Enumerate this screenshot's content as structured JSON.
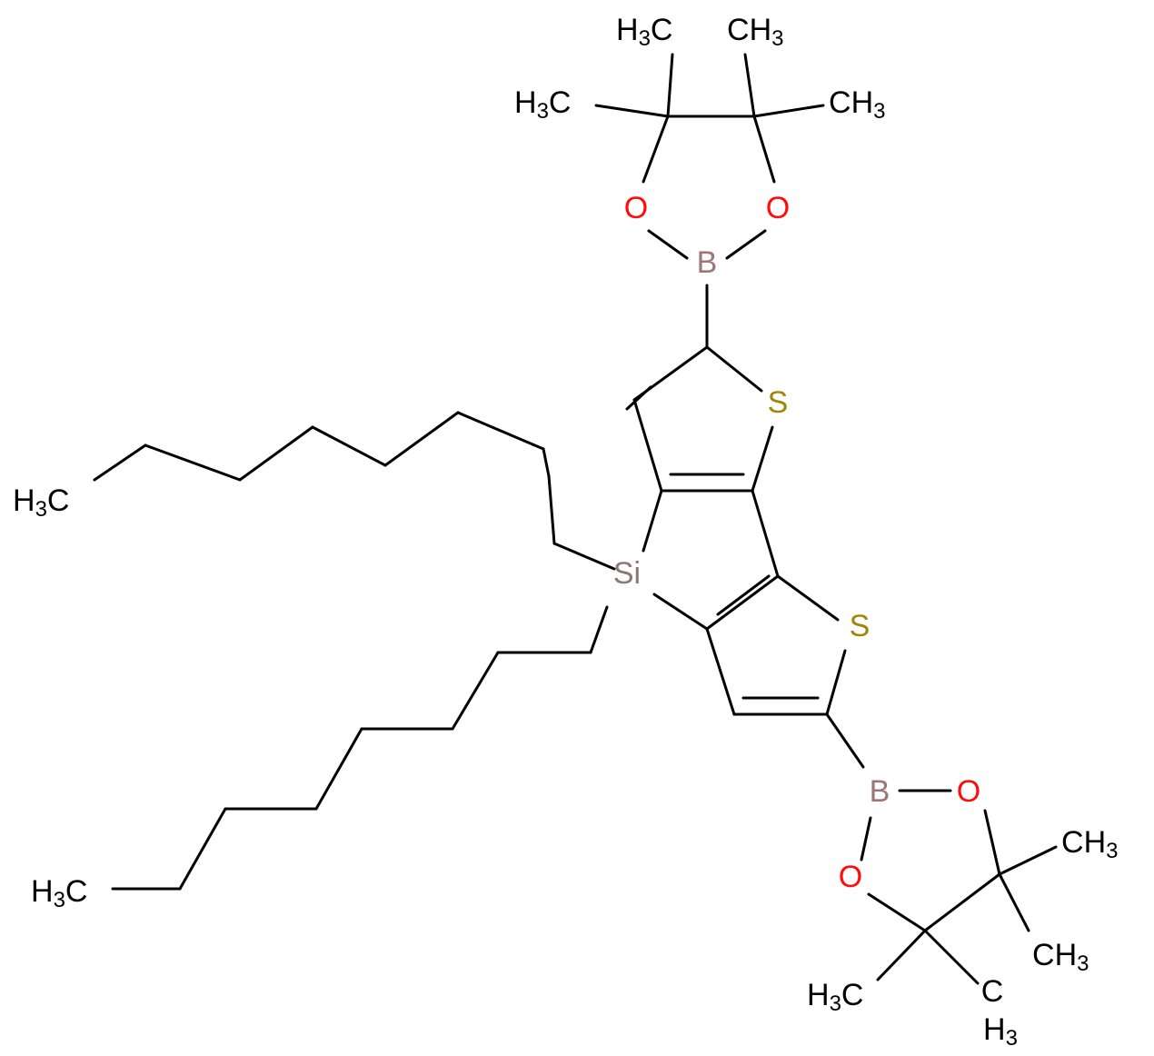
{
  "colors": {
    "bond": "#000000",
    "carbon": "#000000",
    "oxygen": "#ff0d0d",
    "boron": "#9e7675",
    "sulfur": "#a2860c",
    "silicon": "#8c7870"
  },
  "atoms": {
    "me_top_ll": {
      "el": "C",
      "h": "3",
      "order": "HC"
    },
    "me_top_lr": {
      "el": "C",
      "h": "3",
      "order": "CH"
    },
    "me_top_ul": {
      "el": "C",
      "h": "3",
      "order": "HC"
    },
    "me_top_ur": {
      "el": "C",
      "h": "3",
      "order": "CH"
    },
    "o_top_l": {
      "el": "O"
    },
    "o_top_r": {
      "el": "O"
    },
    "b_top": {
      "el": "B"
    },
    "s_top": {
      "el": "S"
    },
    "si": {
      "el": "Si"
    },
    "s_bot": {
      "el": "S"
    },
    "b_bot": {
      "el": "B"
    },
    "o_bot_r": {
      "el": "O"
    },
    "o_bot_l": {
      "el": "O"
    },
    "me_bot_r1": {
      "el": "C",
      "h": "3",
      "order": "CH"
    },
    "me_bot_r2": {
      "el": "C",
      "h": "3",
      "order": "CH"
    },
    "me_bot_l": {
      "el": "C",
      "h": "3",
      "order": "HC"
    },
    "me_bot_v": {
      "el": "C",
      "h": "3",
      "order": "CH"
    },
    "octyl1_end": {
      "el": "C",
      "h": "3",
      "order": "HC"
    },
    "octyl2_end": {
      "el": "C",
      "h": "3",
      "order": "HC"
    }
  }
}
